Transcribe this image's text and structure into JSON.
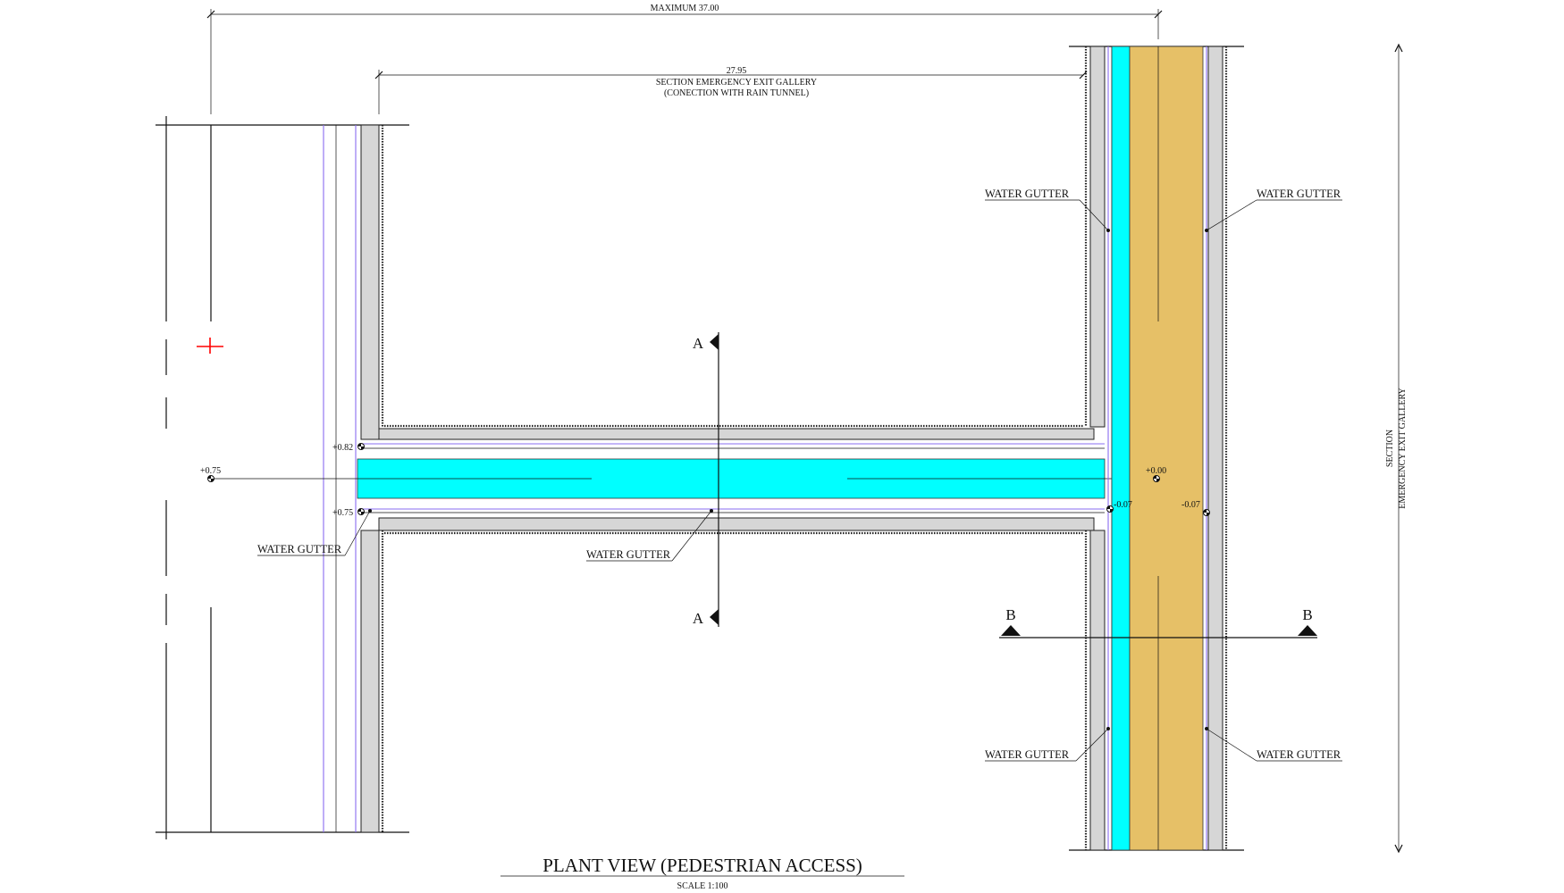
{
  "dimensions": {
    "maximum": "MAXIMUM 37.00",
    "gallery_value": "27.95",
    "gallery_line1": "SECTION EMERGENCY EXIT GALLERY",
    "gallery_line2": "(CONECTION WITH RAIN TUNNEL)"
  },
  "gutter_label": "WATER GUTTER",
  "levels": {
    "left_axis": "+0.75",
    "top_left": "+0.82",
    "bottom_left": "+0.75",
    "center": "+0.00",
    "right_a": "-0.07",
    "right_b": "-0.07"
  },
  "section_marks": {
    "a": "A",
    "b": "B"
  },
  "side_section": {
    "line1": "SECTION",
    "line2": "EMERGENCY EXIT GALLERY"
  },
  "footer": {
    "title": "PLANT VIEW (PEDESTRIAN ACCESS)",
    "scale": "SCALE 1:100"
  },
  "colors": {
    "channel": "#00ffff",
    "walkway": "#e6c067",
    "wall": "#d6d6d6",
    "guide_line": "#8a6cf0",
    "axis_marker": "#ff0000"
  }
}
